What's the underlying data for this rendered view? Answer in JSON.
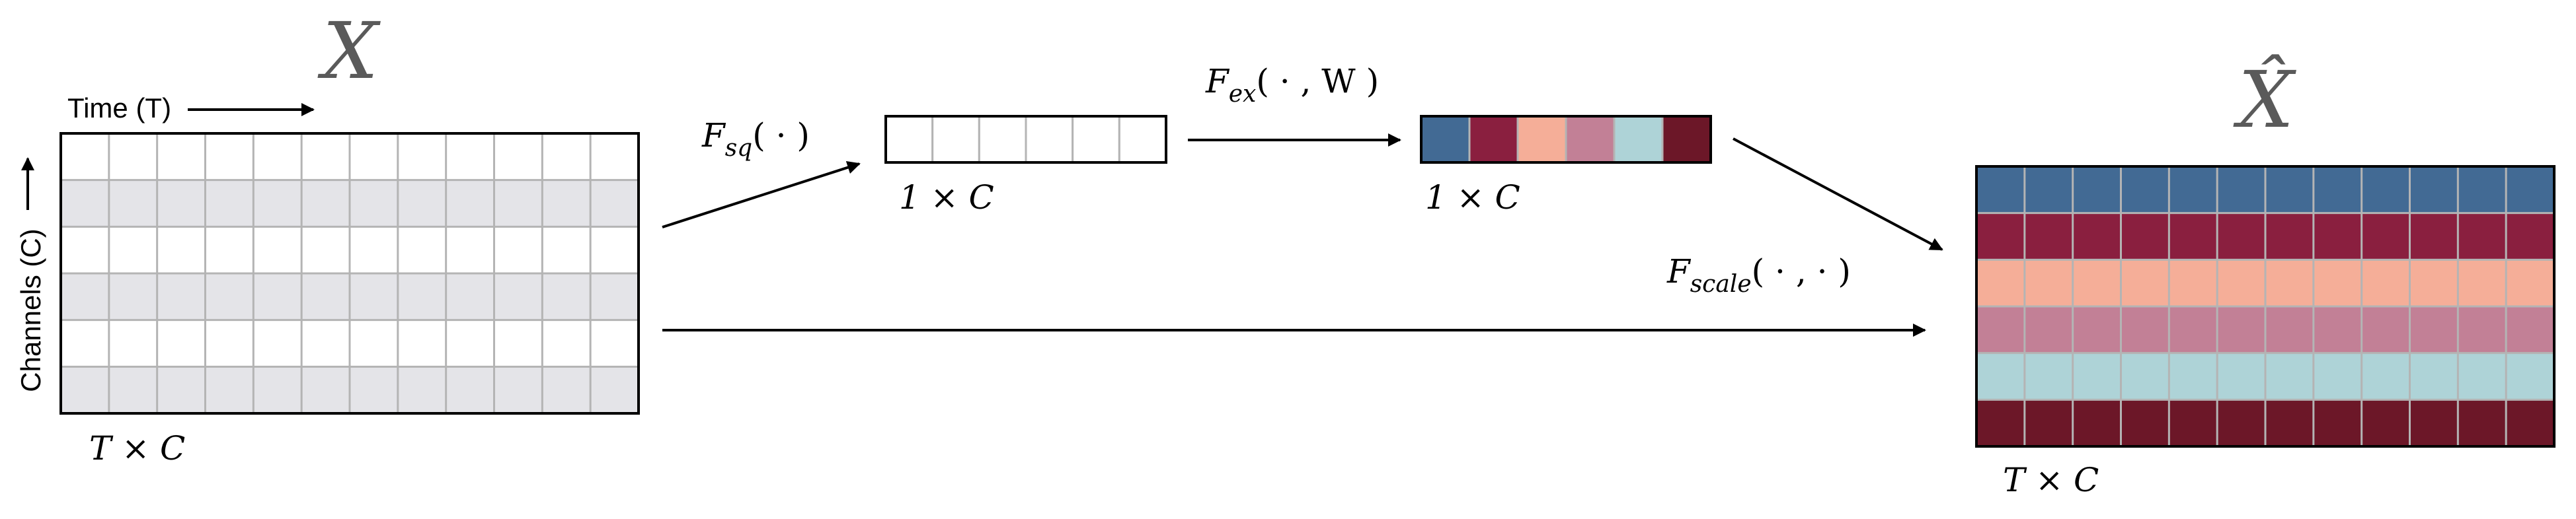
{
  "input": {
    "symbol": "X",
    "time_axis_label": "Time (T)",
    "channel_axis_label": "Channels (C)",
    "dims_label": "T × C",
    "cols": 12,
    "rows": 6
  },
  "squeeze": {
    "label_main": "F",
    "label_sub": "sq",
    "label_args": "( · )",
    "dims_label": "1 × C",
    "cells": 6
  },
  "excitation": {
    "label_main": "F",
    "label_sub": "ex",
    "label_args": "( · , W )",
    "dims_label": "1 × C",
    "cells": 6
  },
  "scale": {
    "label_main": "F",
    "label_sub": "scale",
    "label_args": "( · , · )"
  },
  "output": {
    "symbol": "X̂",
    "dims_label": "T × C",
    "cols": 12,
    "rows": 6
  },
  "colors": {
    "channel_weights": [
      "#426a94",
      "#8a1f3f",
      "#f5ae98",
      "#c28096",
      "#aed3d7",
      "#6c1728"
    ],
    "input_stripe": "#e4e4e8",
    "grid_line": "#b4b4b4",
    "stroke": "#000000",
    "symbol": "#5a5a5a"
  }
}
